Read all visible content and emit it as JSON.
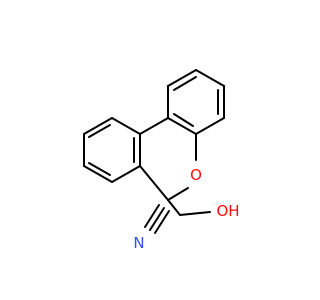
{
  "molecule": {
    "atoms": {
      "oxygen_ring": {
        "label": "O",
        "color": "#ff0d0d"
      },
      "oxygen_hydroxyl": {
        "label": "OH",
        "color": "#ff0d0d"
      },
      "nitrogen": {
        "label": "N",
        "color": "#3050f8"
      }
    },
    "bond_color": "#000000"
  }
}
